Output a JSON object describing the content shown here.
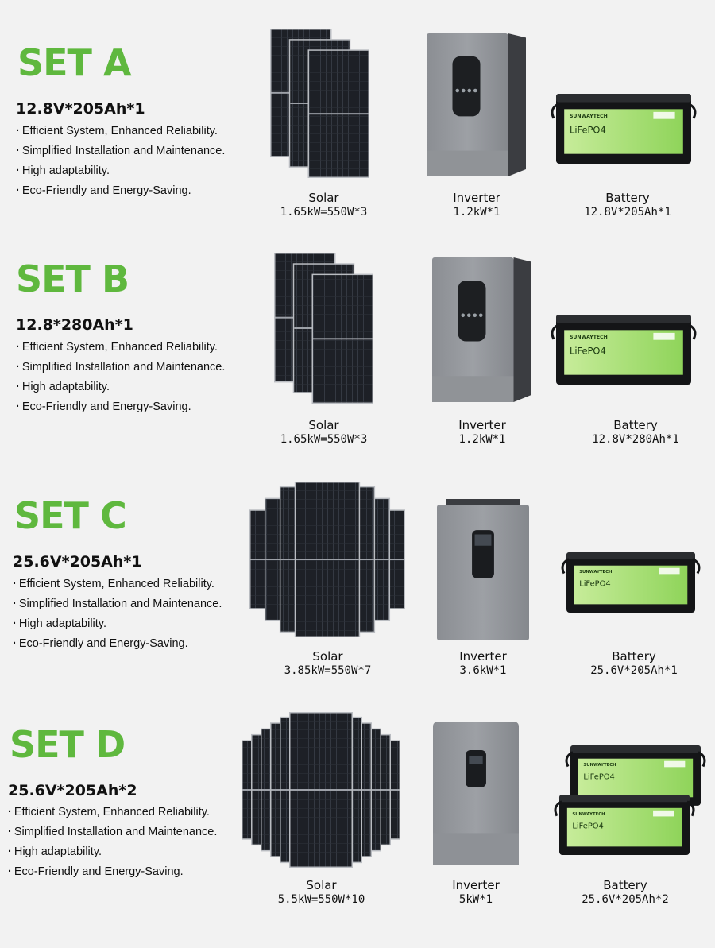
{
  "features": [
    "Efficient System, Enhanced Reliability.",
    "Simplified Installation and Maintenance.",
    "High adaptability.",
    "Eco-Friendly and Energy-Saving."
  ],
  "battery_brand": "SUNWAYTECH",
  "battery_chem": "LiFePO4",
  "colors": {
    "accent": "#5fb83e",
    "background": "#f2f2f2"
  },
  "sets": [
    {
      "title": "SET A",
      "spec": "12.8V*205Ah*1",
      "solar": {
        "name": "Solar",
        "value": "1.65kW=550W*3"
      },
      "inverter": {
        "name": "Inverter",
        "value": "1.2kW*1"
      },
      "battery": {
        "name": "Battery",
        "value": "12.8V*205Ah*1"
      }
    },
    {
      "title": "SET B",
      "spec": "12.8*280Ah*1",
      "solar": {
        "name": "Solar",
        "value": "1.65kW=550W*3"
      },
      "inverter": {
        "name": "Inverter",
        "value": "1.2kW*1"
      },
      "battery": {
        "name": "Battery",
        "value": "12.8V*280Ah*1"
      }
    },
    {
      "title": "SET C",
      "spec": "25.6V*205Ah*1",
      "solar": {
        "name": "Solar",
        "value": "3.85kW=550W*7"
      },
      "inverter": {
        "name": "Inverter",
        "value": "3.6kW*1"
      },
      "battery": {
        "name": "Battery",
        "value": "25.6V*205Ah*1"
      }
    },
    {
      "title": "SET D",
      "spec": "25.6V*205Ah*2",
      "solar": {
        "name": "Solar",
        "value": "5.5kW=550W*10"
      },
      "inverter": {
        "name": "Inverter",
        "value": "5kW*1"
      },
      "battery": {
        "name": "Battery",
        "value": "25.6V*205Ah*2"
      }
    }
  ]
}
